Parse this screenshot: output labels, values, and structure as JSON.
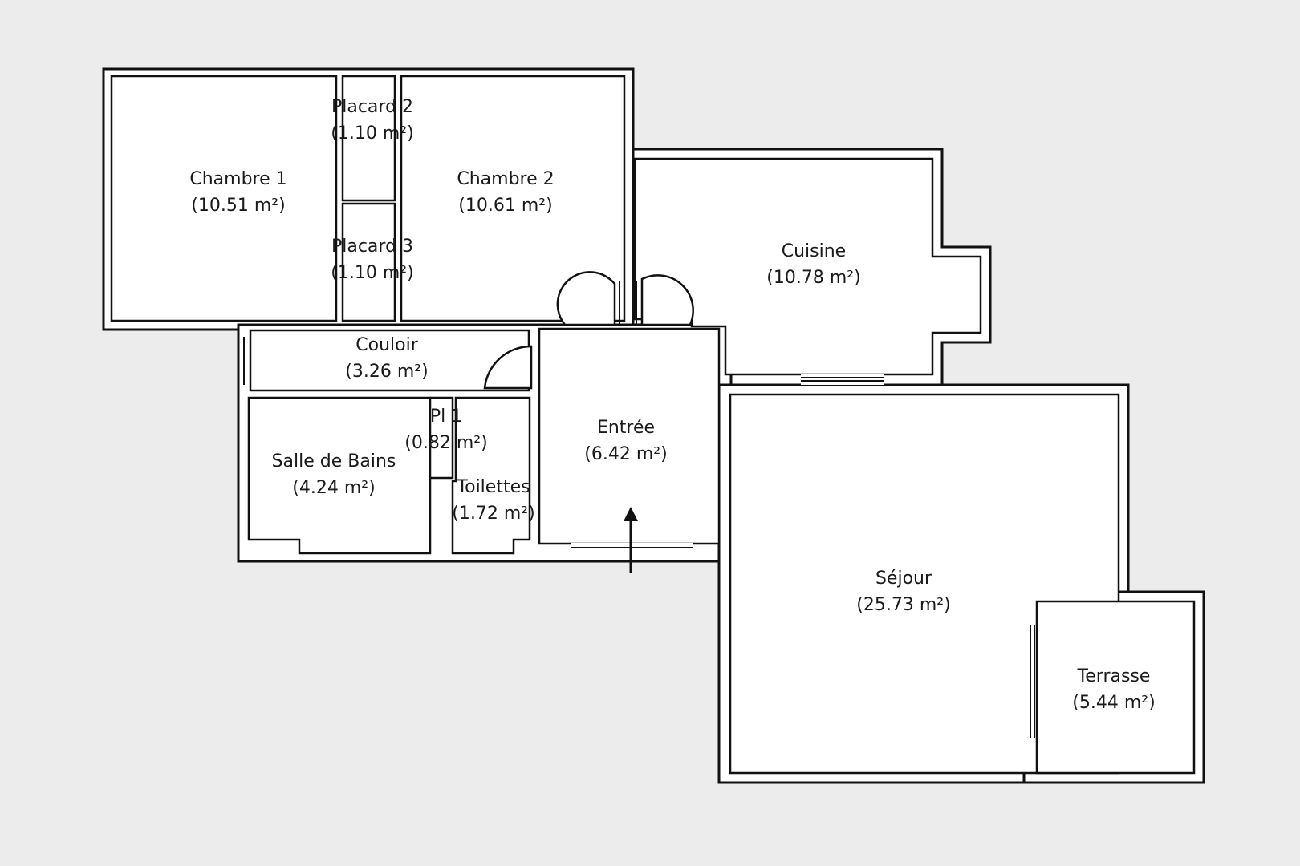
{
  "rooms": [
    {
      "name": "Chambre 1",
      "area": "(10.51 m²)"
    },
    {
      "name": "Placard 2",
      "area": "(1.10 m²)"
    },
    {
      "name": "Chambre 2",
      "area": "(10.61 m²)"
    },
    {
      "name": "Placard 3",
      "area": "(1.10 m²)"
    },
    {
      "name": "Cuisine",
      "area": "(10.78 m²)"
    },
    {
      "name": "Couloir",
      "area": "(3.26 m²)"
    },
    {
      "name": "Entrée",
      "area": "(6.42 m²)"
    },
    {
      "name": "Pl 1",
      "area": "(0.82 m²)"
    },
    {
      "name": "Salle de Bains",
      "area": "(4.24 m²)"
    },
    {
      "name": "Toilettes",
      "area": "(1.72 m²)"
    },
    {
      "name": "Séjour",
      "area": "(25.73 m²)"
    },
    {
      "name": "Terrasse",
      "area": "(5.44 m²)"
    }
  ],
  "colors": {
    "background": "#ececed",
    "wall": "#111111",
    "floor": "#ffffff"
  },
  "icons": {
    "entrance": "arrow-up-icon"
  }
}
